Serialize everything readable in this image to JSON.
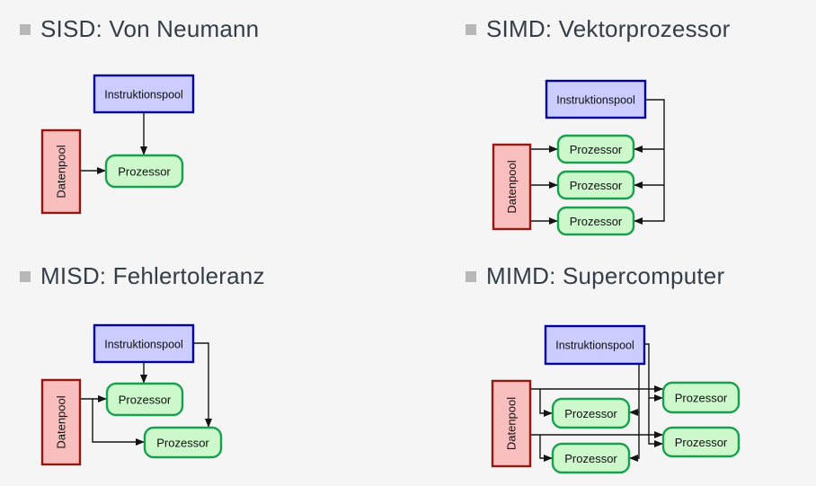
{
  "slide": {
    "background_color": "#f5f5f6",
    "title_color": "#343e48",
    "bullet_color": "#b8b8b8"
  },
  "node_colors": {
    "instruction_pool": {
      "fill": "#ccccff",
      "border": "#00009b"
    },
    "data_pool": {
      "fill": "#f9bebe",
      "border": "#901912"
    },
    "processor": {
      "fill": "#ccf8cc",
      "border": "#18a04e"
    },
    "arrow": "#141414"
  },
  "quadrants": [
    {
      "id": "sisd",
      "title": "SISD: Von Neumann",
      "processor_count": 1,
      "nodes": {
        "instruction_pool": "Instruktionspool",
        "data_pool": "Datenpool",
        "processor": "Prozessor"
      }
    },
    {
      "id": "simd",
      "title": "SIMD: Vektorprozessor",
      "processor_count": 3,
      "nodes": {
        "instruction_pool": "Instruktionspool",
        "data_pool": "Datenpool",
        "processor": "Prozessor"
      }
    },
    {
      "id": "misd",
      "title": "MISD: Fehlertoleranz",
      "processor_count": 2,
      "nodes": {
        "instruction_pool": "Instruktionspool",
        "data_pool": "Datenpool",
        "processor": "Prozessor"
      }
    },
    {
      "id": "mimd",
      "title": "MIMD: Supercomputer",
      "processor_count": 4,
      "nodes": {
        "instruction_pool": "Instruktionspool",
        "data_pool": "Datenpool",
        "processor": "Prozessor"
      }
    }
  ]
}
